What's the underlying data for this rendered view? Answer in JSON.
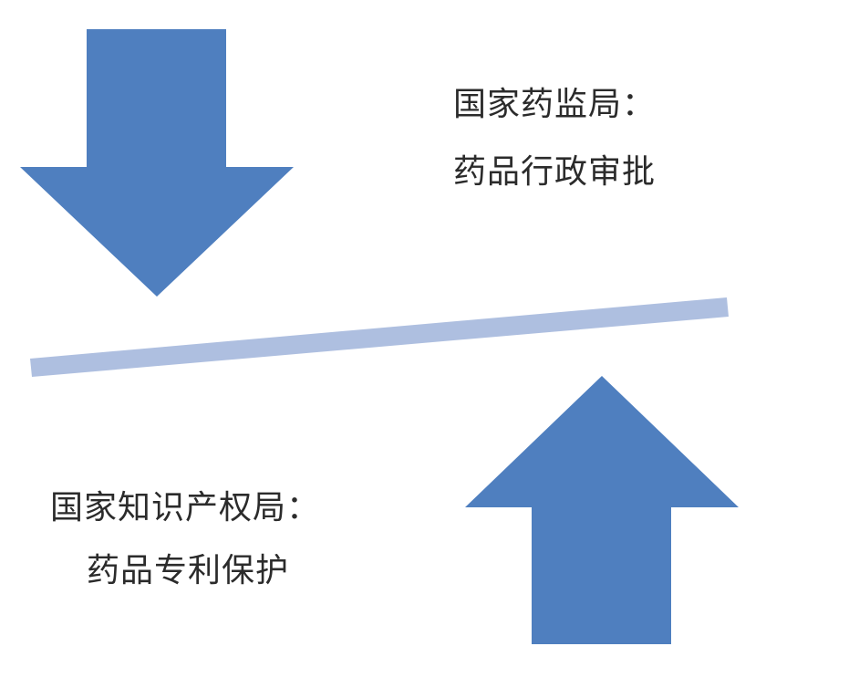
{
  "top_block": {
    "line1": "国家药监局：",
    "line2": "药品行政审批"
  },
  "bottom_block": {
    "line1": "国家知识产权局：",
    "line2": "药品专利保护"
  },
  "colors": {
    "arrow": "#4f7fbf",
    "divider": "#aebfe0",
    "text": "#2b2b2b",
    "background": "#ffffff"
  }
}
